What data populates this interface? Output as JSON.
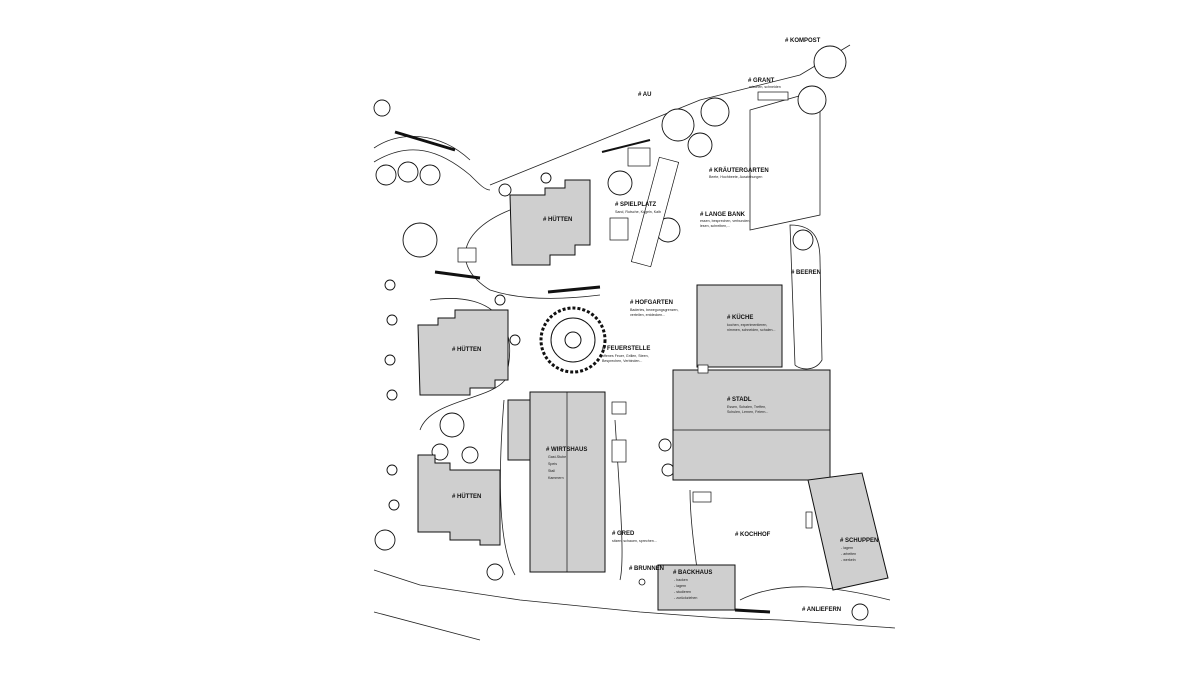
{
  "labels": {
    "kompost": "# KOMPOST",
    "au": "# AU",
    "grant": "# GRANT",
    "grant_sub": "mischen, schneiden",
    "kraeutergarten": "# KRÄUTERGARTEN",
    "kraeutergarten_sub": "Beete, Hochbeete, Ausziehungen",
    "spielplatz": "# SPIELPLATZ",
    "spielplatz_sub": "Sand, Rutsche, Kugeln, Kalb",
    "lange_bank": "# LANGE BANK",
    "lange_bank_sub1": "essen, besprechen, verbunden,",
    "lange_bank_sub2": "lesen, schreiben,...",
    "huetten": "# HÜTTEN",
    "beeren": "# BEEREN",
    "hofgarten": "# HOFGARTEN",
    "hofgarten_sub1": "Baderies, bewegungsgrenzen,",
    "hofgarten_sub2": "verteilen, entdecken...",
    "kueche": "# KÜCHE",
    "kueche_sub1": "kochen, experimentieren,",
    "kueche_sub2": "nimmen, schneiden, schalen...",
    "feuerstelle": "# FEUERSTELLE",
    "feuerstelle_sub1": "offenes Feuer, Grillen, Steen,",
    "feuerstelle_sub2": "Besprechen, Verbinden...",
    "stadl": "# STADL",
    "stadl_sub1": "Essen, Schalen, Treffen,",
    "stadl_sub2": "Schulen, Lernen, Feiern...",
    "wirtshaus": "# WIRTSHAUS",
    "wirtshaus_sub": [
      "Gast-Stube",
      "Speis",
      "Stall",
      "Kammern"
    ],
    "gred": "# GRED",
    "gred_sub": "sitzen, schauen, sprechen...",
    "kochhof": "# KOCHHOF",
    "schuppen": "# SCHUPPEN",
    "schuppen_sub": [
      "- lagern",
      "- arbeiten",
      "- werkeln"
    ],
    "brunnen": "# BRUNNEN",
    "backhaus": "# BACKHAUS",
    "backhaus_sub": [
      "- backen",
      "- lagern",
      "- studieren",
      "- zurückziehen"
    ],
    "anliefern": "# ANLIEFERN"
  },
  "colors": {
    "building": "#cfcfcf",
    "ink": "#111111",
    "background": "#ffffff"
  }
}
